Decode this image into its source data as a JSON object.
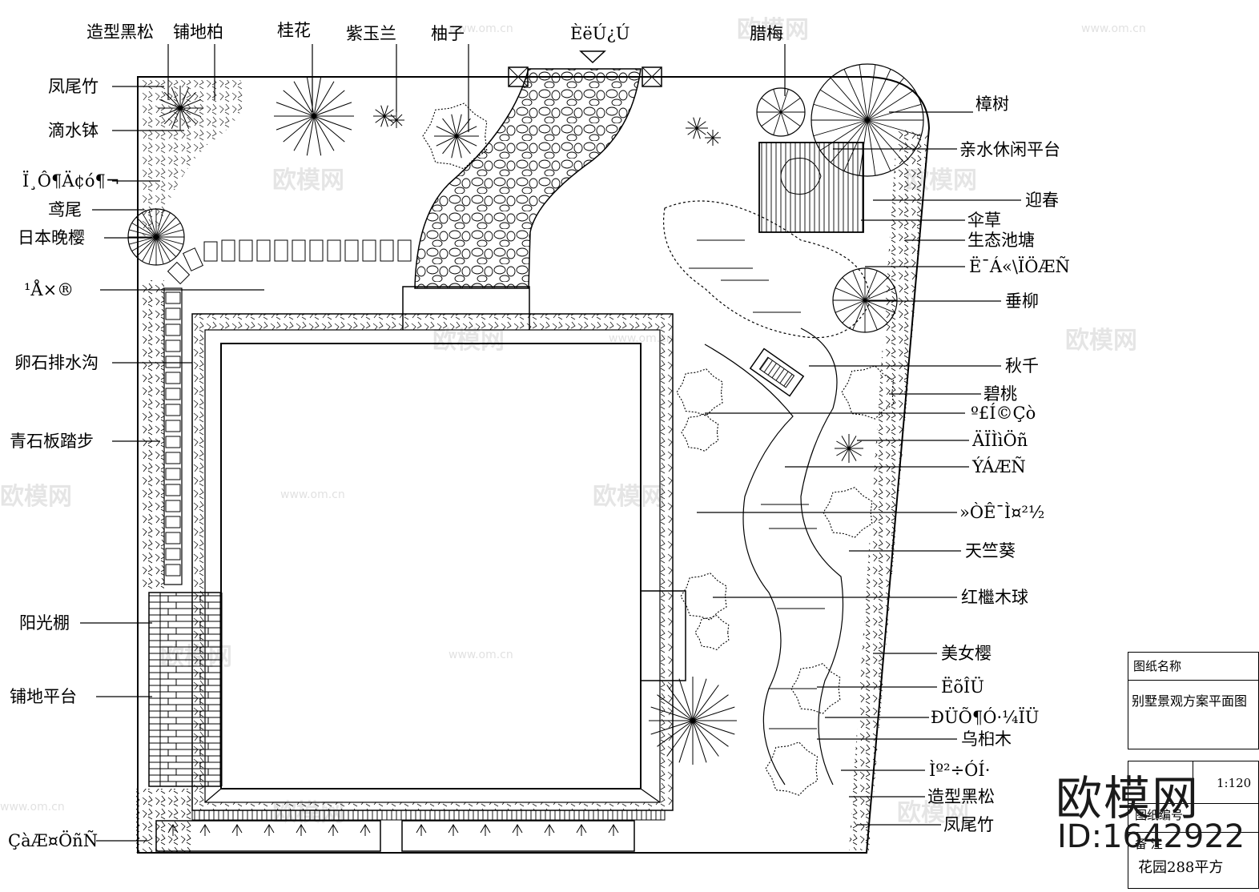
{
  "watermark": {
    "brand": "欧模网",
    "url": "www.om.cn"
  },
  "labels_left": [
    "造型黑松",
    "铺地柏",
    "凤尾竹",
    "滴水钵",
    "Ï¸Ô¶Ä¢ó¶¬",
    "鸢尾",
    "日本晚樱",
    "¹Å×®",
    "卵石排水沟",
    "青石板踏步",
    "阳光棚",
    "铺地平台",
    "ÇàÆ¤ÖñÑ"
  ],
  "labels_top": [
    "桂花",
    "紫玉兰",
    "柚子",
    "ÈëÚ¿Ú",
    "腊梅"
  ],
  "labels_right": [
    "樟树",
    "亲水休闲平台",
    "迎春",
    "伞草",
    "生态池塘",
    "ËˉÁ«\\ÏÖÆÑ",
    "垂柳",
    "秋千",
    "碧桃",
    "º£Í©Çò",
    "ÄÏÌìÖñ",
    "ÝÁÆÑ",
    "»ÒÊ¯Ì¤²½",
    "天竺葵",
    "红檵木球",
    "美女樱",
    "ËõÎÜ",
    "ÐÜÕ¶Ó·¼ÏÜ",
    "乌桕木",
    "Ìº²÷ÓÍ·",
    "造型黑松",
    "凤尾竹"
  ],
  "title_block": {
    "name_label": "图纸名称",
    "name_value": "别墅景观方案平面图",
    "scale": "1:120",
    "number_label": "图纸编号",
    "remark_label": "备 注",
    "remark_value": "花园288平方"
  },
  "brand": {
    "name": "欧模网",
    "id": "ID:1642922"
  }
}
